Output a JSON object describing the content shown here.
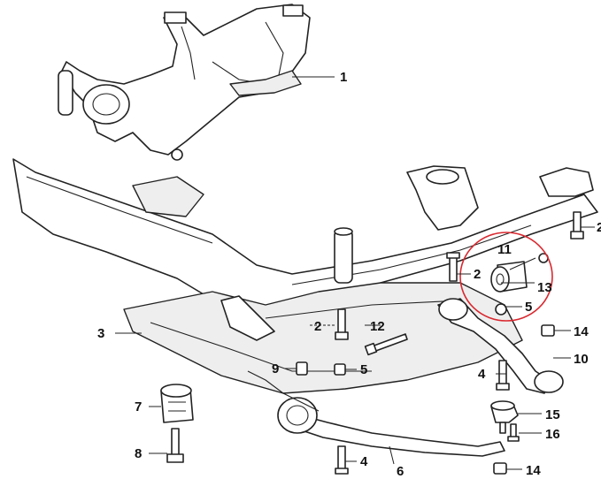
{
  "diagram": {
    "callouts": [
      {
        "id": "c1",
        "label": "1"
      },
      {
        "id": "c2a",
        "label": "2"
      },
      {
        "id": "c2b",
        "label": "2"
      },
      {
        "id": "c2c",
        "label": "2"
      },
      {
        "id": "c3",
        "label": "3"
      },
      {
        "id": "c4a",
        "label": "4"
      },
      {
        "id": "c4b",
        "label": "4"
      },
      {
        "id": "c5a",
        "label": "5"
      },
      {
        "id": "c5b",
        "label": "5"
      },
      {
        "id": "c6",
        "label": "6"
      },
      {
        "id": "c7",
        "label": "7"
      },
      {
        "id": "c8",
        "label": "8"
      },
      {
        "id": "c9",
        "label": "9"
      },
      {
        "id": "c10",
        "label": "10"
      },
      {
        "id": "c11",
        "label": "11"
      },
      {
        "id": "c12",
        "label": "12"
      },
      {
        "id": "c13",
        "label": "13"
      },
      {
        "id": "c14a",
        "label": "14"
      },
      {
        "id": "c14b",
        "label": "14"
      },
      {
        "id": "c15",
        "label": "15"
      },
      {
        "id": "c16",
        "label": "16"
      }
    ],
    "highlight_color": "#d9282f",
    "line_color": "#222222"
  }
}
